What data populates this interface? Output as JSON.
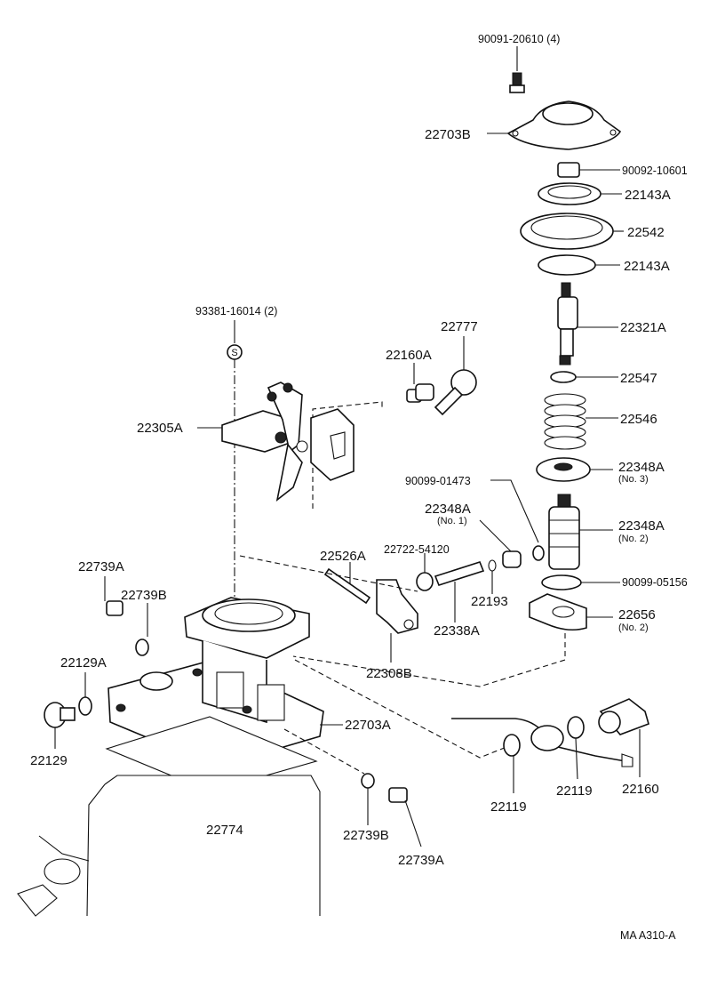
{
  "labels": {
    "l_90091": "90091-20610 (4)",
    "l_22703B": "22703B",
    "l_90092": "90092-10601",
    "l_22143A_top": "22143A",
    "l_22542": "22542",
    "l_22143A_bot": "22143A",
    "l_22321A": "22321A",
    "l_22547": "22547",
    "l_22546": "22546",
    "l_22348A_no3": "22348A",
    "l_no3": "(No. 3)",
    "l_22348A_no2": "22348A",
    "l_no2": "(No. 2)",
    "l_90099_05156": "90099-05156",
    "l_22656": "22656",
    "l_22656_no2": "(No. 2)",
    "l_90099_01473": "90099-01473",
    "l_22348A_no1": "22348A",
    "l_no1": "(No. 1)",
    "l_22722": "22722-54120",
    "l_22193": "22193",
    "l_22338A": "22338A",
    "l_22308B": "22308B",
    "l_22526A": "22526A",
    "l_93381": "93381-16014 (2)",
    "l_22305A": "22305A",
    "l_22160A": "22160A",
    "l_22777": "22777",
    "l_22739A_left": "22739A",
    "l_22739B_left": "22739B",
    "l_22129A": "22129A",
    "l_22129": "22129",
    "l_22703A": "22703A",
    "l_22774": "22774",
    "l_22739B_right": "22739B",
    "l_22739A_right": "22739A",
    "l_22119_left": "22119",
    "l_22119_right": "22119",
    "l_22160": "22160",
    "l_footer": "MA  A310-A",
    "s_marker": "S"
  }
}
